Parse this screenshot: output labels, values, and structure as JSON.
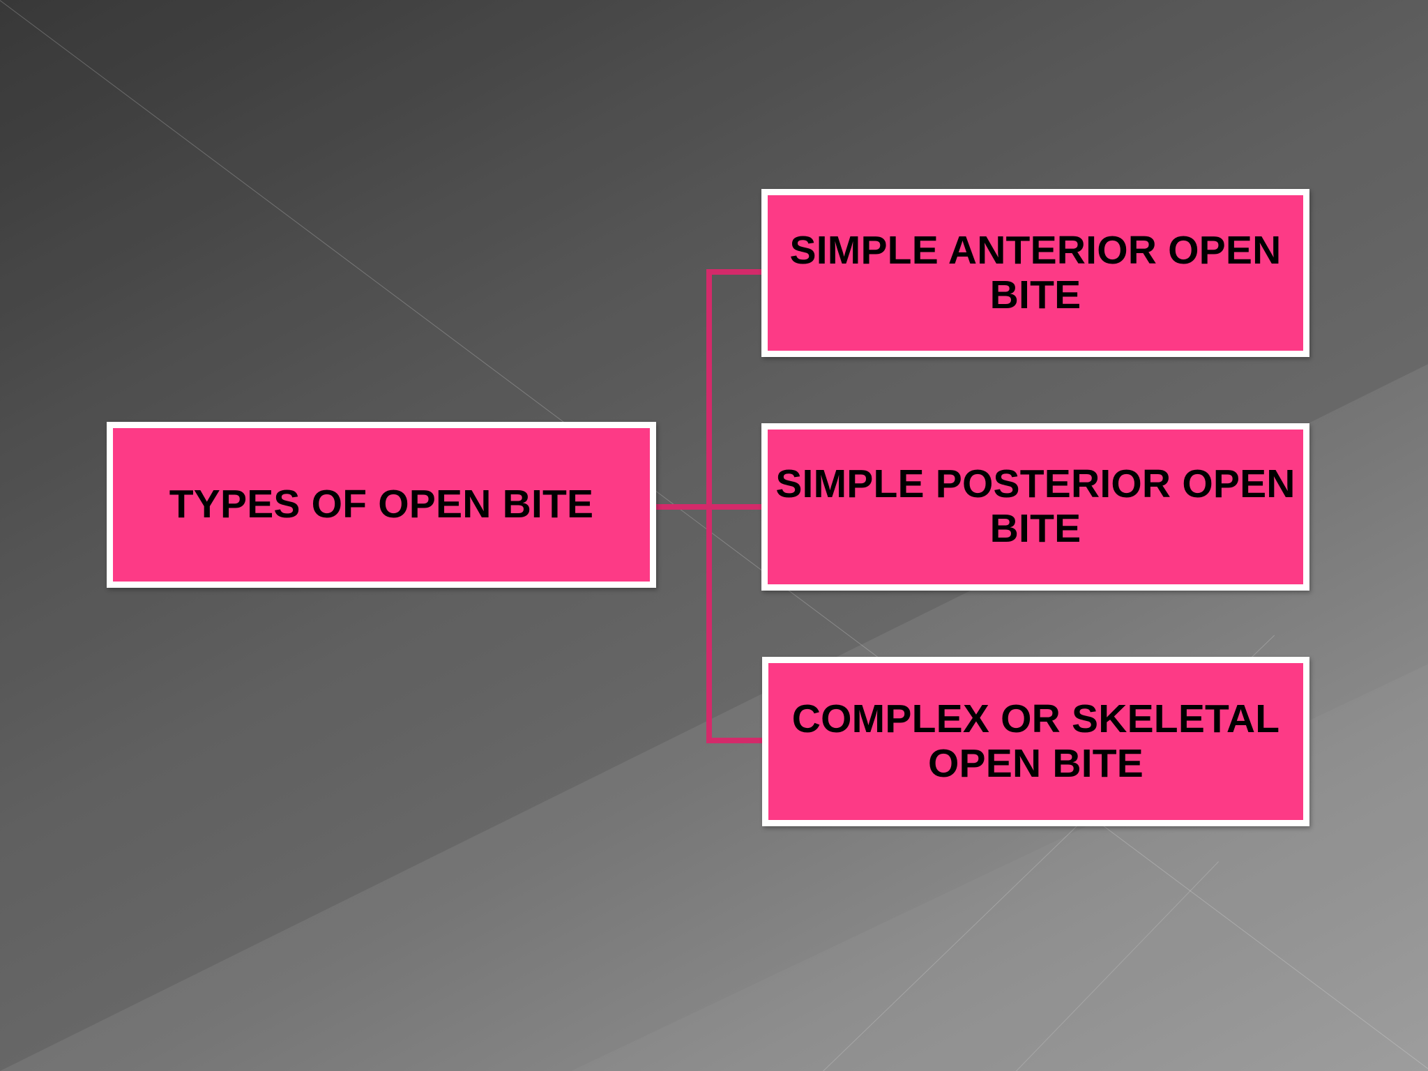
{
  "slide": {
    "theme": "powerpoint-gray-facet",
    "background_colors": {
      "gradient_start": "#3f3f3f",
      "gradient_end": "#9a9a9a",
      "facet_line": "#ffffff"
    },
    "accent_colors": {
      "node_fill": "#fd3a86",
      "node_border": "#ffffff",
      "node_text": "#000000",
      "connector": "#d42a6a"
    }
  },
  "diagram": {
    "type": "horizontal-hierarchy",
    "root": {
      "label": "TYPES OF OPEN BITE"
    },
    "children": [
      {
        "label": "SIMPLE ANTERIOR OPEN BITE"
      },
      {
        "label": "SIMPLE POSTERIOR OPEN BITE"
      },
      {
        "label": "COMPLEX OR SKELETAL OPEN BITE"
      }
    ]
  }
}
